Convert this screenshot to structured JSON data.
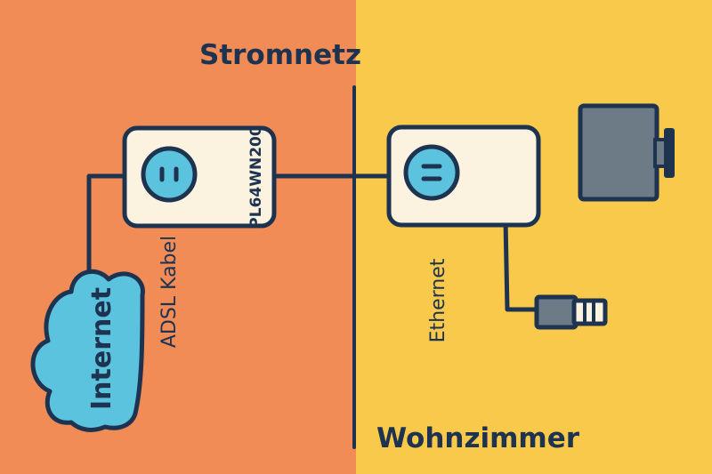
{
  "title": "Stromnetz",
  "room_label": "Wohnzimmer",
  "adapter_model": "PL64WN200",
  "cable_labels": {
    "adsl": "ADSL Kabel",
    "ethernet": "Ethernet"
  },
  "cloud_label": "Internet",
  "colors": {
    "left_background": "#f28c57",
    "right_background": "#f8c94a",
    "outline": "#1d3350",
    "adapter_body": "#fbf2df",
    "socket": "#5cc3df",
    "cloud": "#5cc3df",
    "tv_screen": "#6c7b86",
    "plug": "#6c7b86"
  },
  "icons": [
    "cloud-icon",
    "powerline-adapter-icon",
    "socket-icon",
    "tv-icon",
    "ethernet-plug-icon"
  ]
}
